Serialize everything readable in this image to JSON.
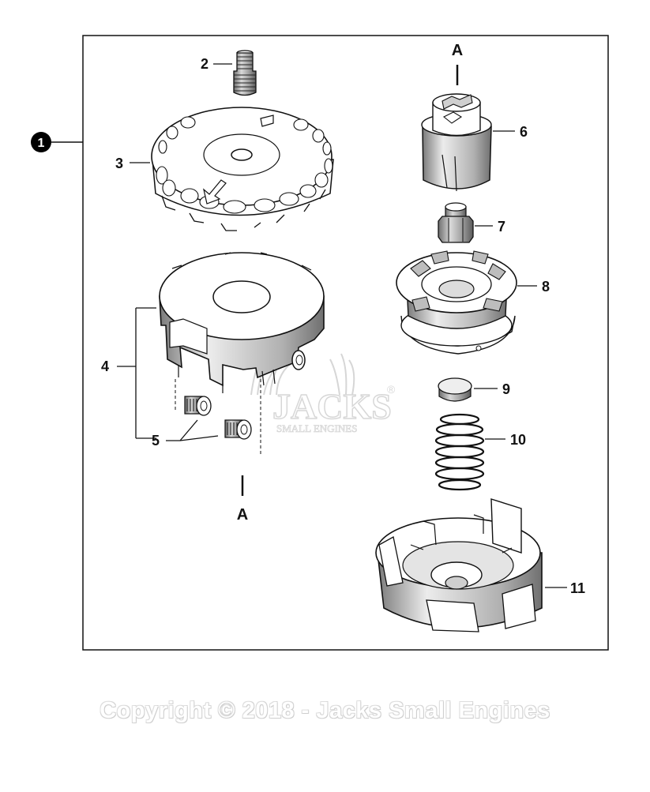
{
  "assembly_callout": "1",
  "parts": {
    "p2": "2",
    "p3": "3",
    "p4": "4",
    "p5": "5",
    "p6": "6",
    "p7": "7",
    "p8": "8",
    "p9": "9",
    "p10": "10",
    "p11": "11"
  },
  "reference_markers": {
    "top": "A",
    "bottom": "A"
  },
  "watermark": {
    "brand": "JACKS",
    "registered": "®",
    "tagline": "SMALL ENGINES"
  },
  "copyright": "Copyright © 2018 - Jacks Small Engines",
  "colors": {
    "line": "#111111",
    "part_fill": "#ffffff",
    "shade": "#9a9a9a",
    "watermark": "#d0d0d0"
  }
}
